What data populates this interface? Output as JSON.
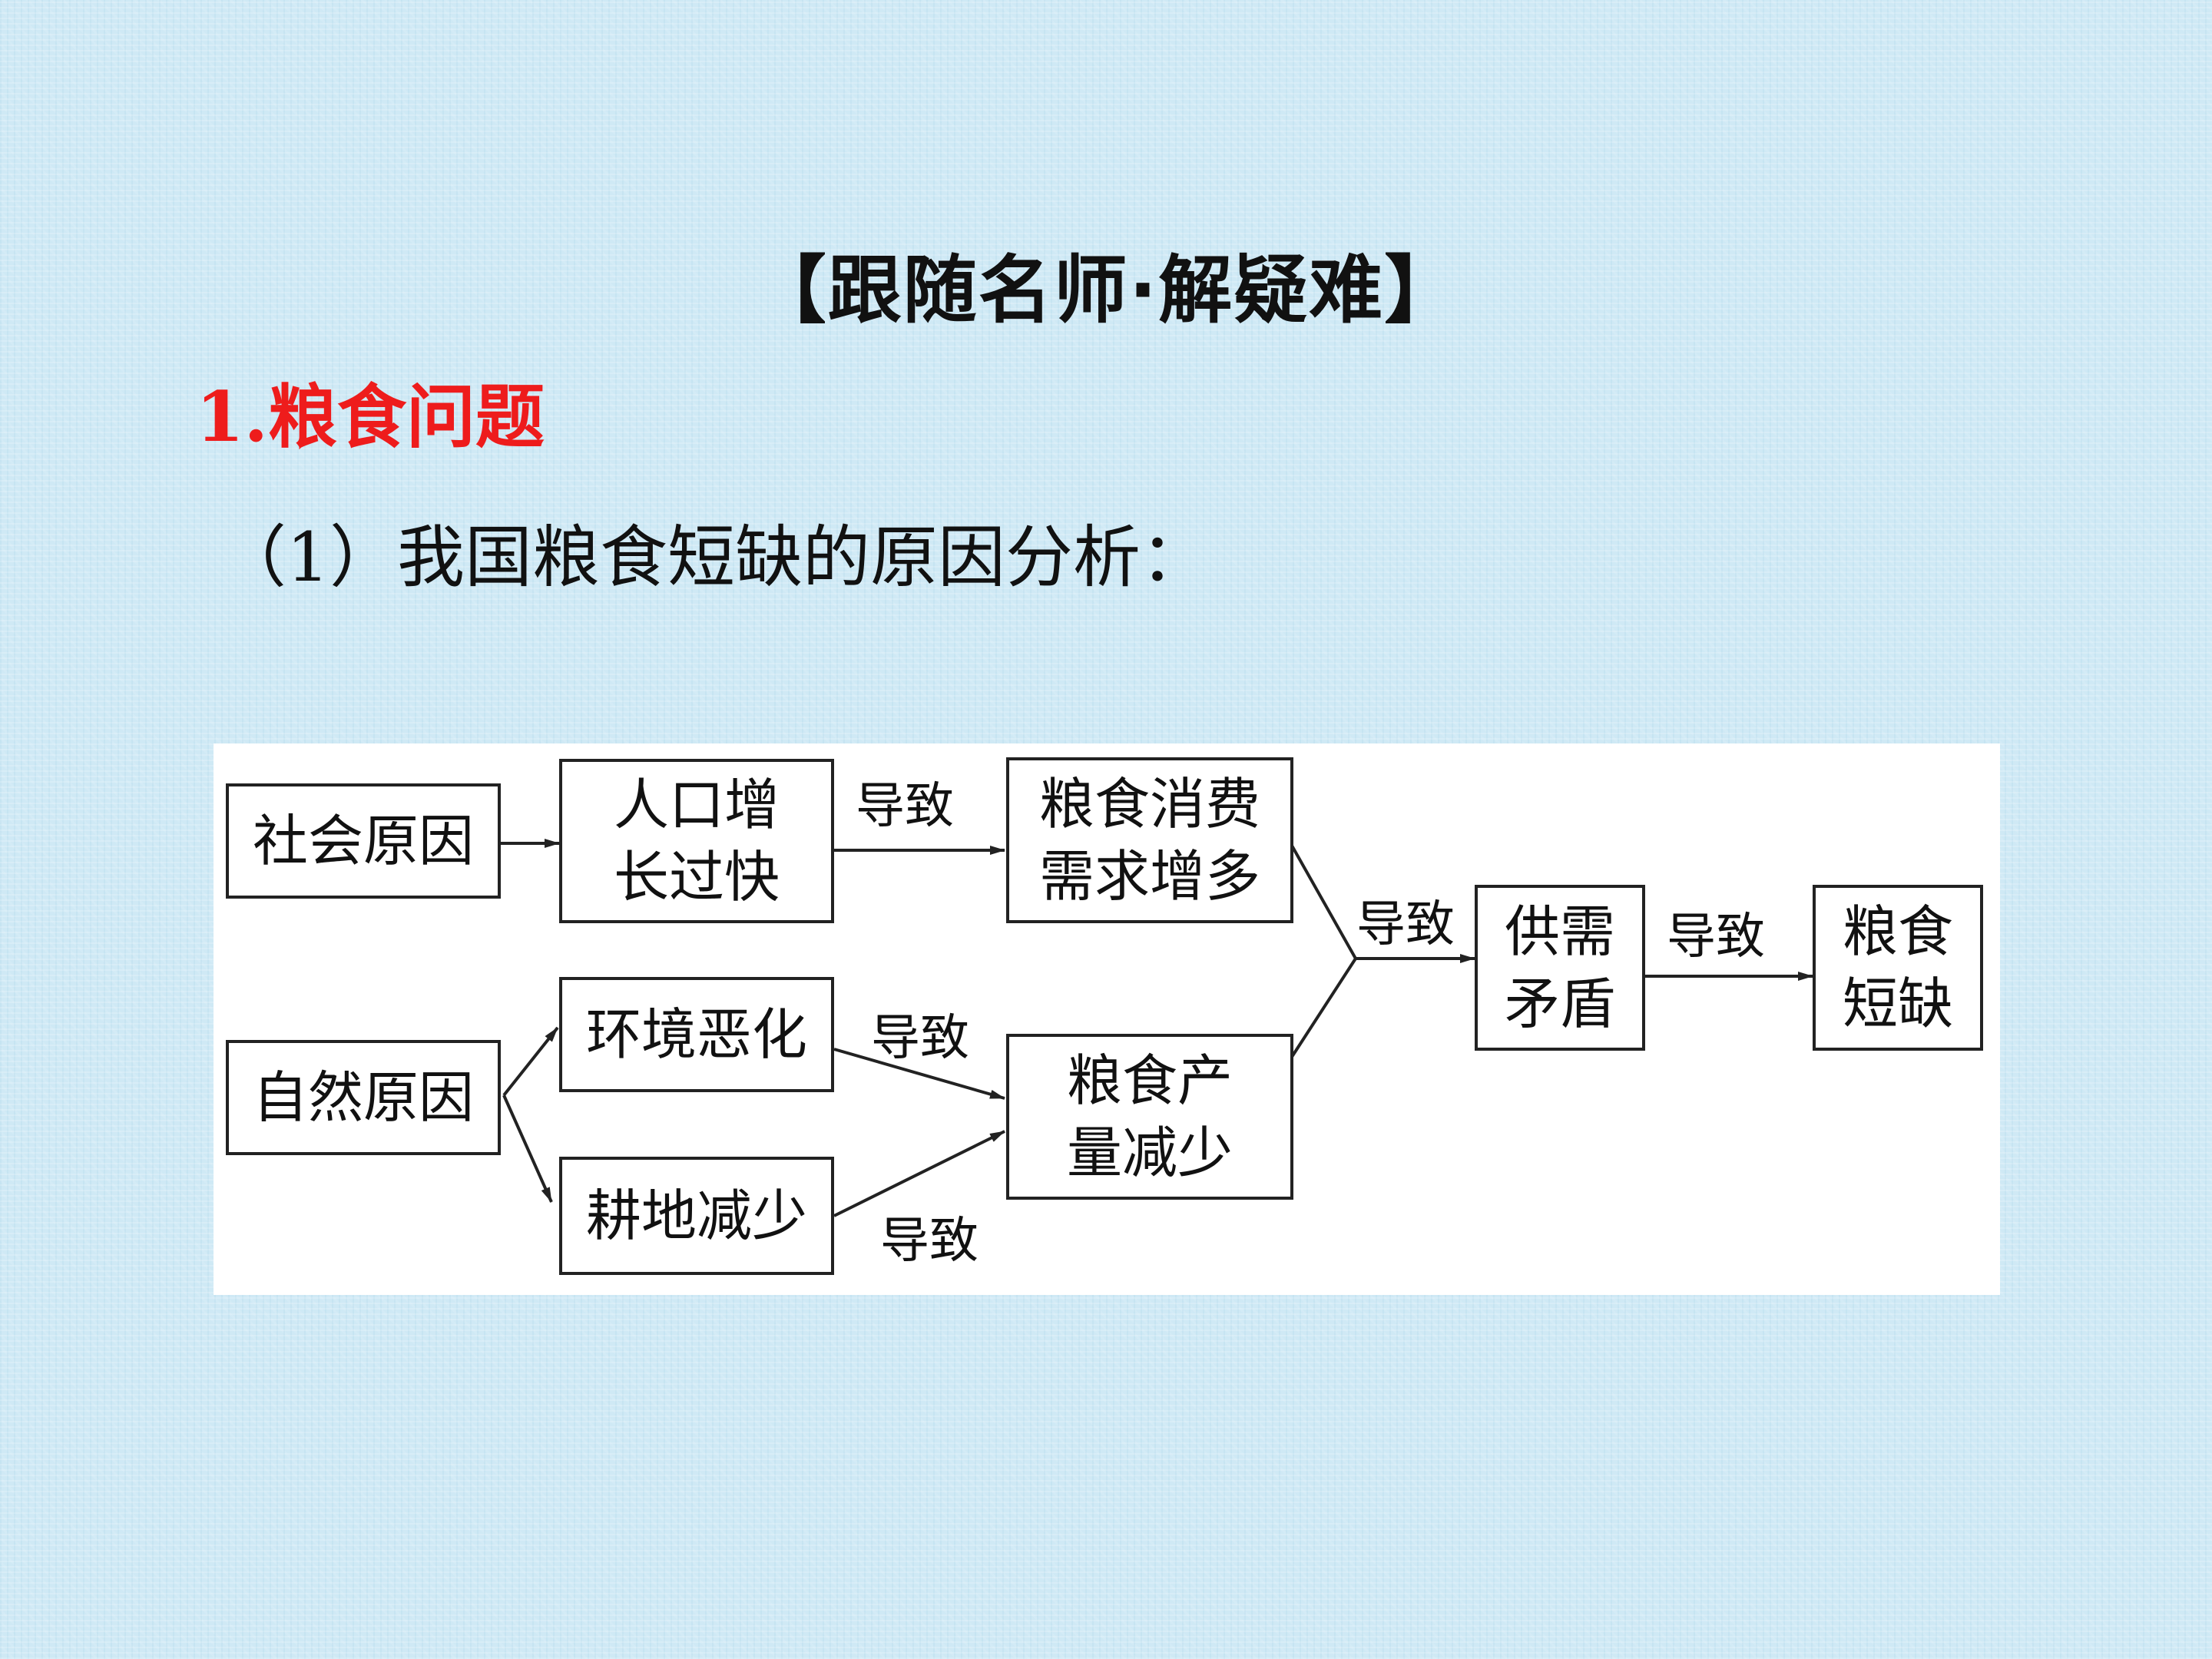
{
  "heading": "【跟随名师·解疑难】",
  "section_title": "1.粮食问题",
  "subtitle": "（1）我国粮食短缺的原因分析：",
  "diagram": {
    "nodes": {
      "social_cause": "社会原因",
      "population_l1": "人口增",
      "population_l2": "长过快",
      "demand_l1": "粮食消费",
      "demand_l2": "需求增多",
      "natural_cause": "自然原因",
      "environment": "环境恶化",
      "farmland": "耕地减少",
      "output_l1": "粮食产",
      "output_l2": "量减少",
      "conflict_l1": "供需",
      "conflict_l2": "矛盾",
      "shortage_l1": "粮食",
      "shortage_l2": "短缺"
    },
    "edge_labels": {
      "population_to_demand": "导致",
      "environment_to_output": "导致",
      "farmland_to_output": "导致",
      "merge_to_conflict": "导致",
      "conflict_to_shortage": "导致"
    }
  }
}
